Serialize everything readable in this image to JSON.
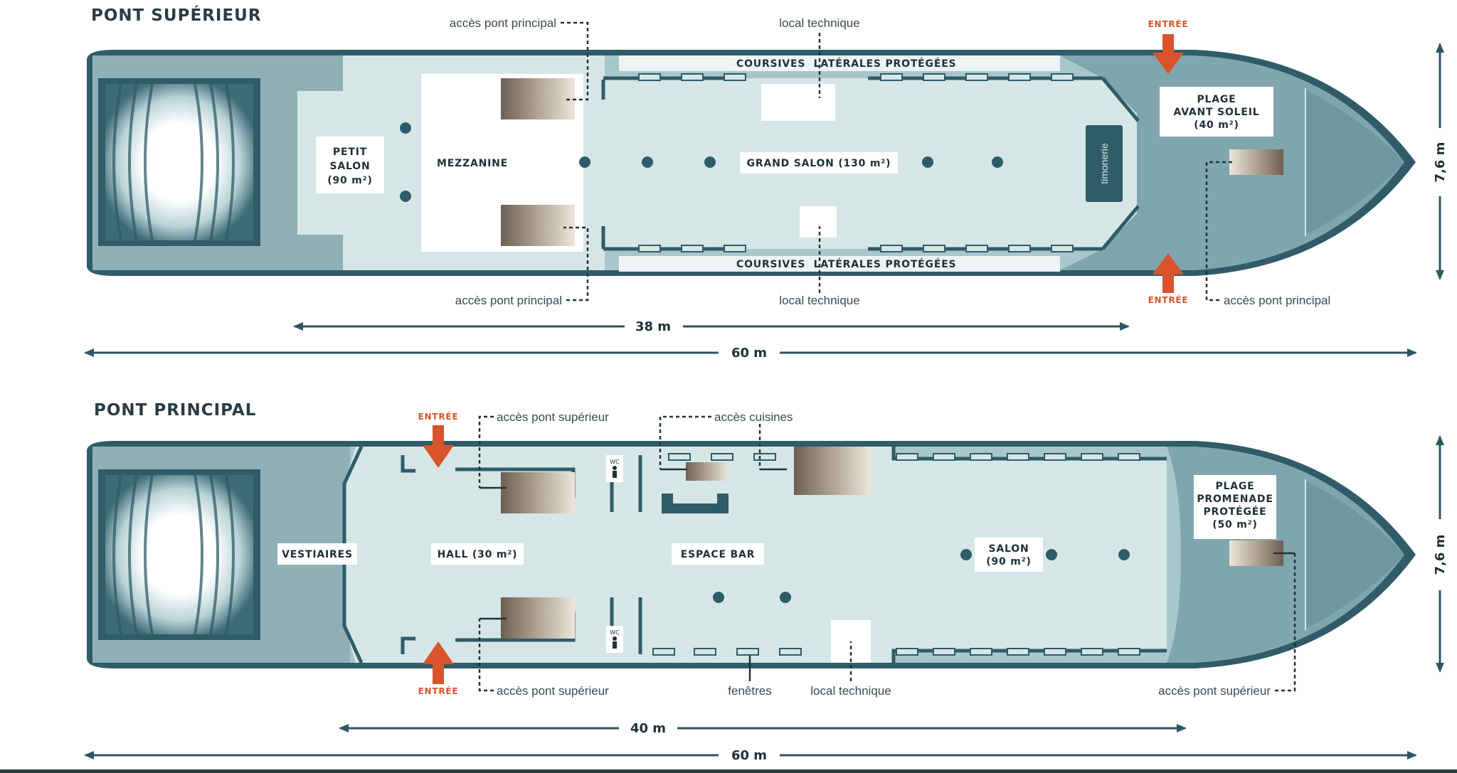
{
  "colors": {
    "hull_dark": "#2f5c68",
    "hull_mid": "#7fa6ad",
    "hull_light": "#a9c6ca",
    "deck_floor": "#d6e6e7",
    "deck_bow": "#8fb0b6",
    "entry_accent": "#d9532c",
    "text_dark": "#1f3037"
  },
  "icons": [
    "entry-arrow-icon",
    "stairs-icon",
    "wc-person-icon",
    "column-dot-icon",
    "window-icon"
  ],
  "upper_deck": {
    "title": "PONT SUPÉRIEUR",
    "rooms": {
      "petit_salon": [
        "PETIT",
        "SALON",
        "(90 m²)"
      ],
      "mezzanine": "MEZZANINE",
      "grand_salon": "GRAND SALON (130 m²)",
      "timonerie": "timonerie",
      "plage_avant": [
        "PLAGE",
        "AVANT SOLEIL",
        "(40 m²)"
      ],
      "coursives_top": "COURSIVES  LATÉRALES PROTÉGÉES",
      "coursives_bottom": "COURSIVES  LATÉRALES PROTÉGÉES"
    },
    "callouts": {
      "acces_top": "accès pont principal",
      "acces_bottom": "accès pont principal",
      "local_top": "local technique",
      "local_bottom": "local technique",
      "acces_bow": "accès pont principal"
    },
    "entrees": {
      "top": "ENTRÉE",
      "bottom": "ENTRÉE"
    },
    "dimensions": {
      "inner_length": "38 m",
      "total_length": "60 m",
      "width": "7,6 m"
    }
  },
  "main_deck": {
    "title": "PONT PRINCIPAL",
    "rooms": {
      "vestiaires": "VESTIAIRES",
      "hall": "HALL (30 m²)",
      "espace_bar": "ESPACE BAR",
      "salon": [
        "SALON",
        "(90 m²)"
      ],
      "plage_promenade": [
        "PLAGE",
        "PROMENADE",
        "PROTÉGÉE",
        "(50 m²)"
      ],
      "wc_top": "WC",
      "wc_bottom": "WC"
    },
    "callouts": {
      "acces_sup_top": "accès pont supérieur",
      "acces_cuisines": "accès cuisines",
      "acces_sup_bottom": "accès pont supérieur",
      "fenetres": "fenêtres",
      "local": "local technique",
      "acces_sup_bow": "accès pont supérieur"
    },
    "entrees": {
      "top": "ENTRÉE",
      "bottom": "ENTRÉE"
    },
    "dimensions": {
      "inner_length": "40 m",
      "total_length": "60 m",
      "width": "7,6 m"
    }
  }
}
